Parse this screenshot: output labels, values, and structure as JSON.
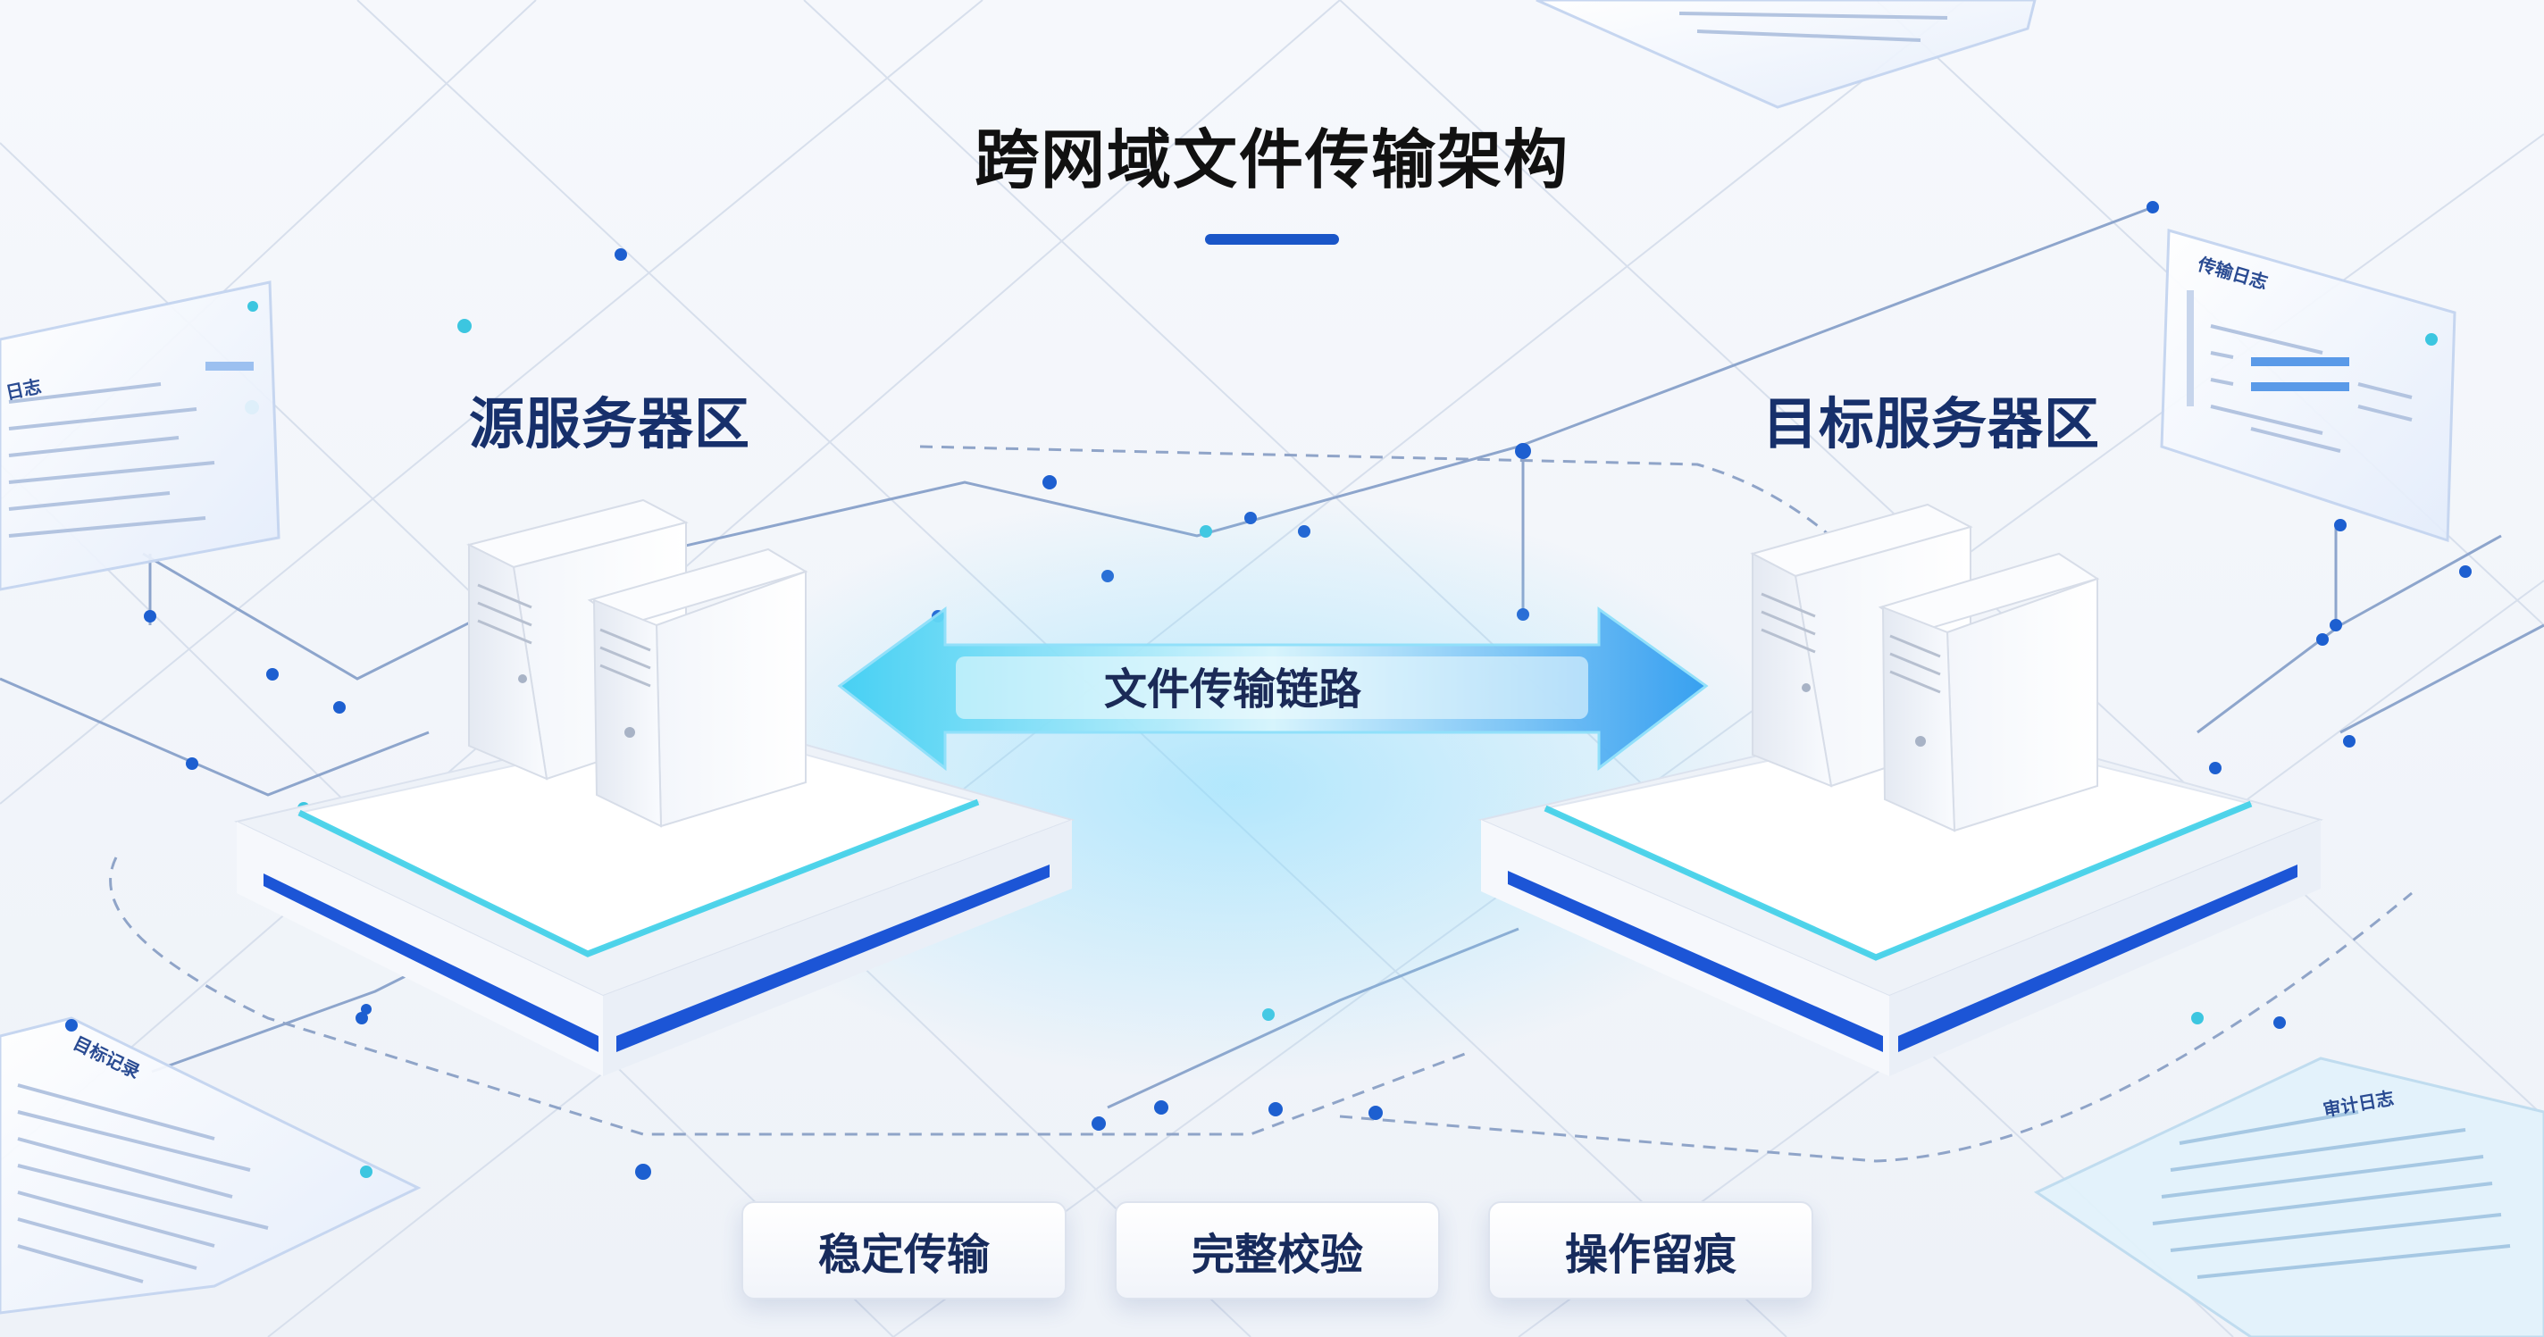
{
  "title": "跨网域文件传输架构",
  "zones": {
    "source": "源服务器区",
    "target": "目标服务器区"
  },
  "link_label": "文件传输链路",
  "features": [
    "稳定传输",
    "完整校验",
    "操作留痕"
  ],
  "panels": {
    "top_left_title": "日志",
    "top_right_title": "传输日志",
    "bottom_left_title": "目标记录",
    "bottom_right_title": "审计日志"
  },
  "colors": {
    "accent": "#1a56c8",
    "cyan": "#38c8f0",
    "node": "#1d5fd0",
    "node_light": "#3cc6e0",
    "text_dark": "#17306b"
  }
}
